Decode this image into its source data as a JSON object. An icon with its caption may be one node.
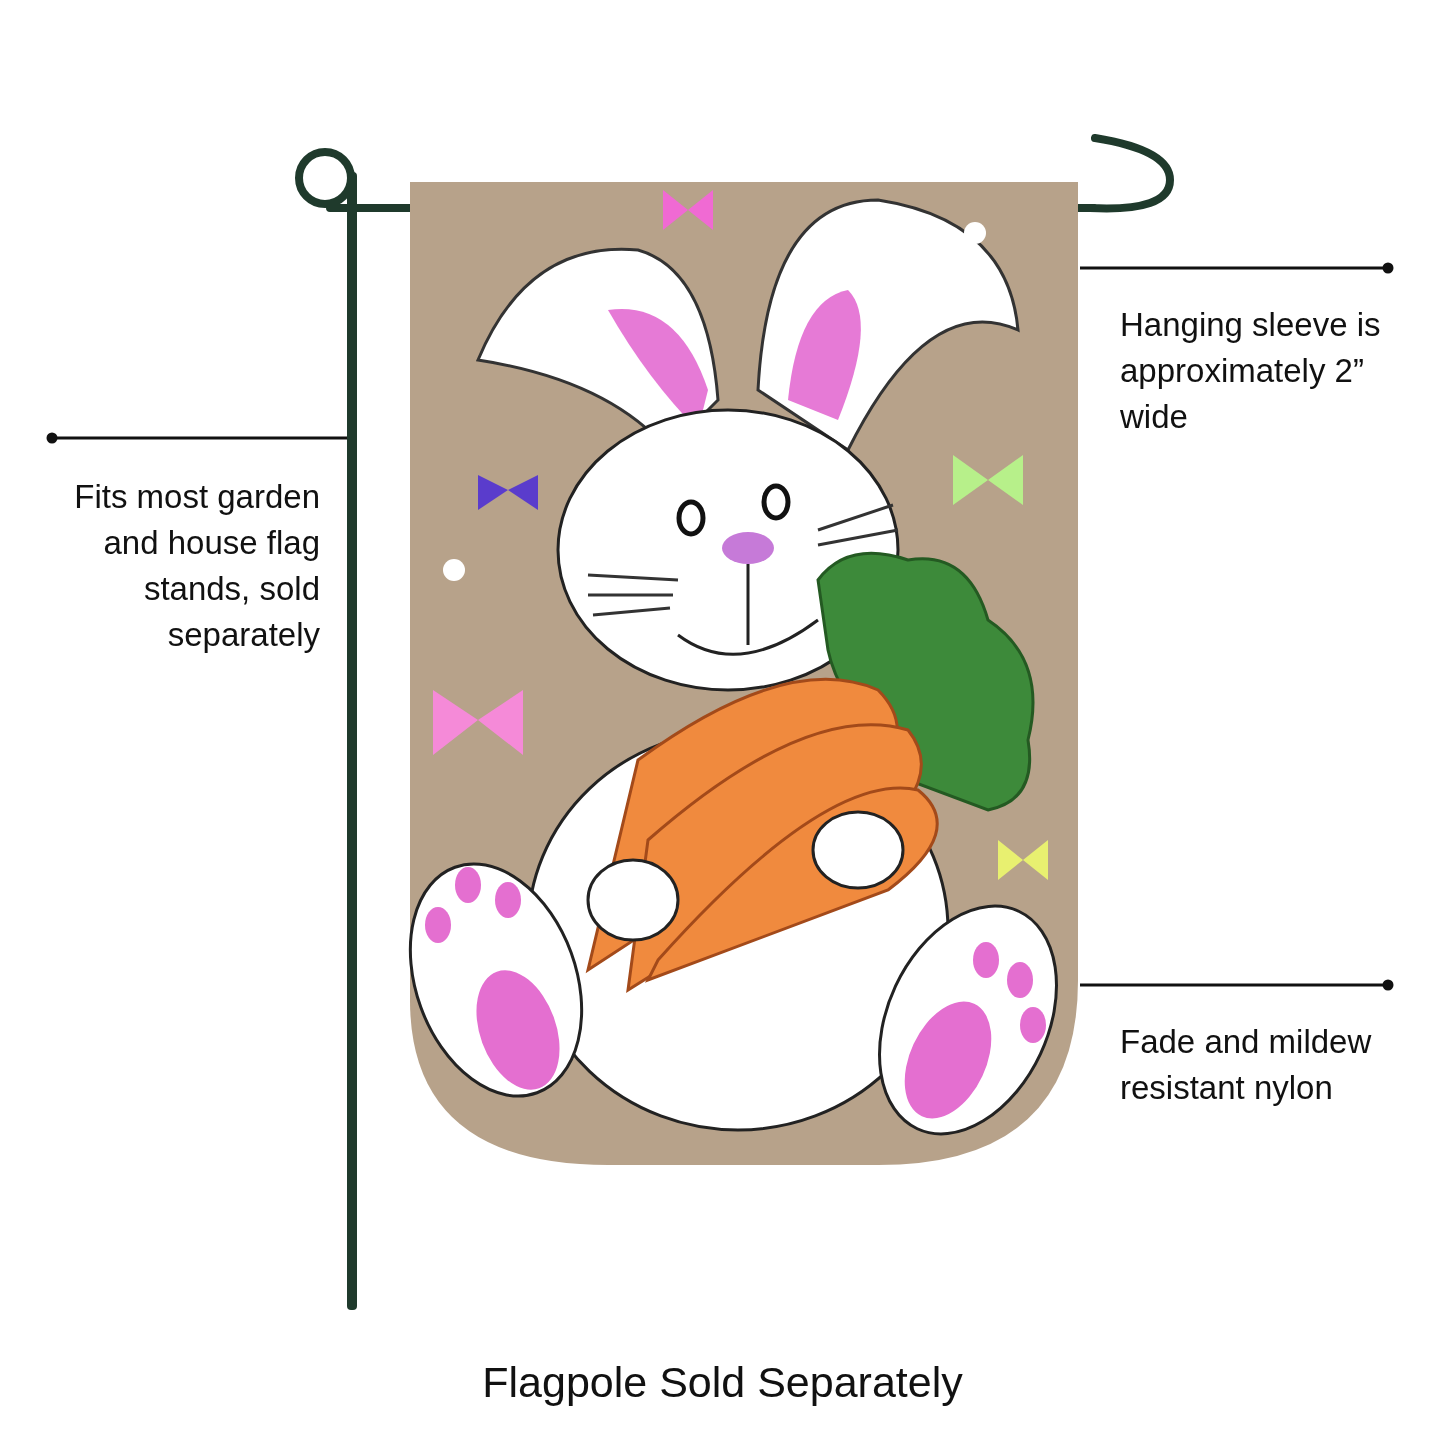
{
  "diagram": {
    "caption": "Flagpole Sold Separately",
    "nodes": [
      {
        "text": [],
        "shape": "bar"
      },
      {
        "text": [],
        "shape": "picture"
      },
      {
        "text": [
          "Fits most garden and house flag stands, sold separately"
        ]
      },
      {
        "text": [
          "Hanging sleeve is approximately 2” wide"
        ]
      },
      {
        "text": [
          "Fade and mildew resistant nylon"
        ]
      }
    ],
    "edges": [
      {
        "from": 2,
        "to": 0,
        "arrow": "other"
      },
      {
        "from": 3,
        "to": 1,
        "arrow": "other"
      },
      {
        "from": 4,
        "to": 1,
        "arrow": "other"
      }
    ]
  }
}
